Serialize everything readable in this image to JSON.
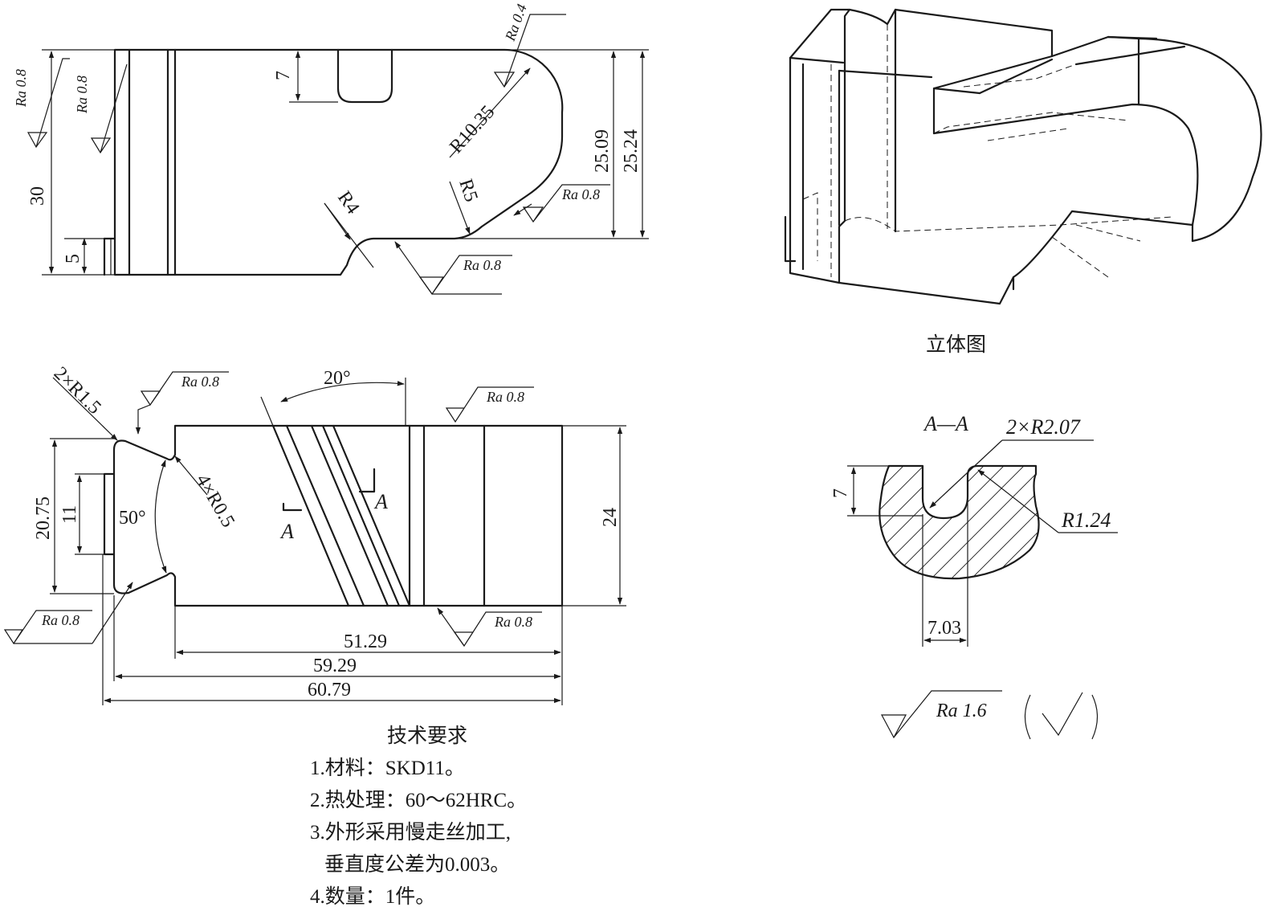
{
  "front_view": {
    "dims": [
      "30",
      "5",
      "7",
      "25.09",
      "25.24"
    ],
    "radii": [
      "R10.35",
      "R5",
      "R4"
    ],
    "roughness": [
      "Ra 0.8",
      "Ra 0.8",
      "Ra 0.4",
      "Ra 0.8",
      "Ra 0.8"
    ]
  },
  "top_view": {
    "dims": [
      "20.75",
      "11",
      "24",
      "51.29",
      "59.29",
      "60.79"
    ],
    "angles": [
      "20°",
      "50°"
    ],
    "radii": [
      "2×R1.5",
      "4×R0.5"
    ],
    "section_marks": [
      "A",
      "A"
    ],
    "roughness": [
      "Ra 0.8",
      "Ra 0.8",
      "Ra 0.8",
      "Ra 0.8"
    ]
  },
  "iso_view": {
    "caption": "立体图"
  },
  "section_view": {
    "title": "A—A",
    "radii": [
      "2×R2.07",
      "R1.24"
    ],
    "dims": [
      "7",
      "7.03"
    ]
  },
  "general_roughness": {
    "label": "Ra 1.6",
    "symbol": "(√)"
  },
  "tech_requirements": {
    "title": "技术要求",
    "items": [
      "1.材料：SKD11。",
      "2.热处理：60～62HRC。",
      "3.外形采用慢走丝加工,",
      "垂直度公差为0.003。",
      "4.数量：1件。"
    ]
  }
}
